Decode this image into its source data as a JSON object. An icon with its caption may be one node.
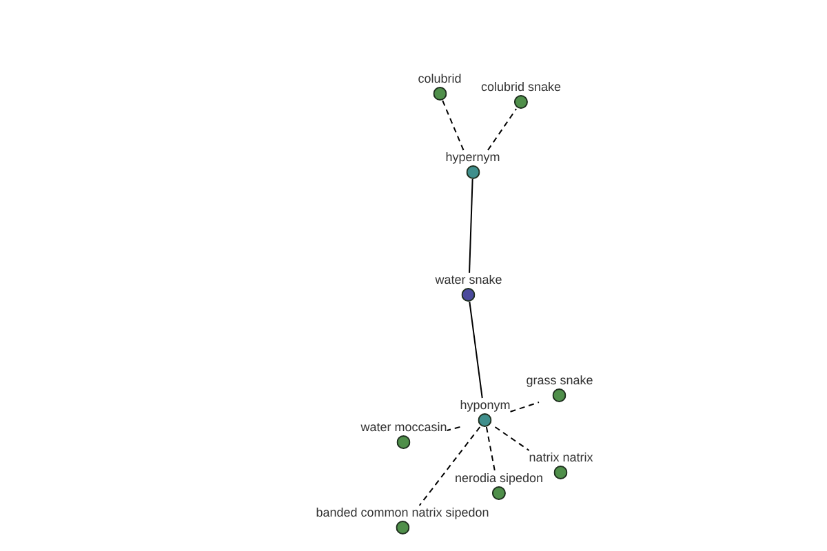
{
  "diagram": {
    "nodes": [
      {
        "text": [
          "colubrid"
        ]
      },
      {
        "text": [
          "colubrid snake"
        ]
      },
      {
        "text": [
          "hypernym"
        ]
      },
      {
        "text": [
          "water snake"
        ]
      },
      {
        "text": [
          "grass snake"
        ]
      },
      {
        "text": [
          "hyponym"
        ]
      },
      {
        "text": [
          "water moccasin"
        ]
      },
      {
        "text": [
          "natrix natrix"
        ]
      },
      {
        "text": [
          "nerodia sipedon"
        ]
      },
      {
        "text": [
          "banded common natrix sipedon"
        ]
      }
    ],
    "edges": [
      {
        "from": 2,
        "to": 0,
        "arrow": "none",
        "style": "dashed"
      },
      {
        "from": 2,
        "to": 1,
        "arrow": "none",
        "style": "dashed"
      },
      {
        "from": 2,
        "to": 3,
        "arrow": "none"
      },
      {
        "from": 3,
        "to": 5,
        "arrow": "none"
      },
      {
        "from": 5,
        "to": 4,
        "arrow": "none",
        "style": "dashed"
      },
      {
        "from": 5,
        "to": 6,
        "arrow": "none",
        "style": "dashed"
      },
      {
        "from": 5,
        "to": 7,
        "arrow": "none",
        "style": "dashed"
      },
      {
        "from": 5,
        "to": 8,
        "arrow": "none",
        "style": "dashed"
      },
      {
        "from": 5,
        "to": 9,
        "arrow": "none",
        "style": "dashed"
      }
    ]
  }
}
